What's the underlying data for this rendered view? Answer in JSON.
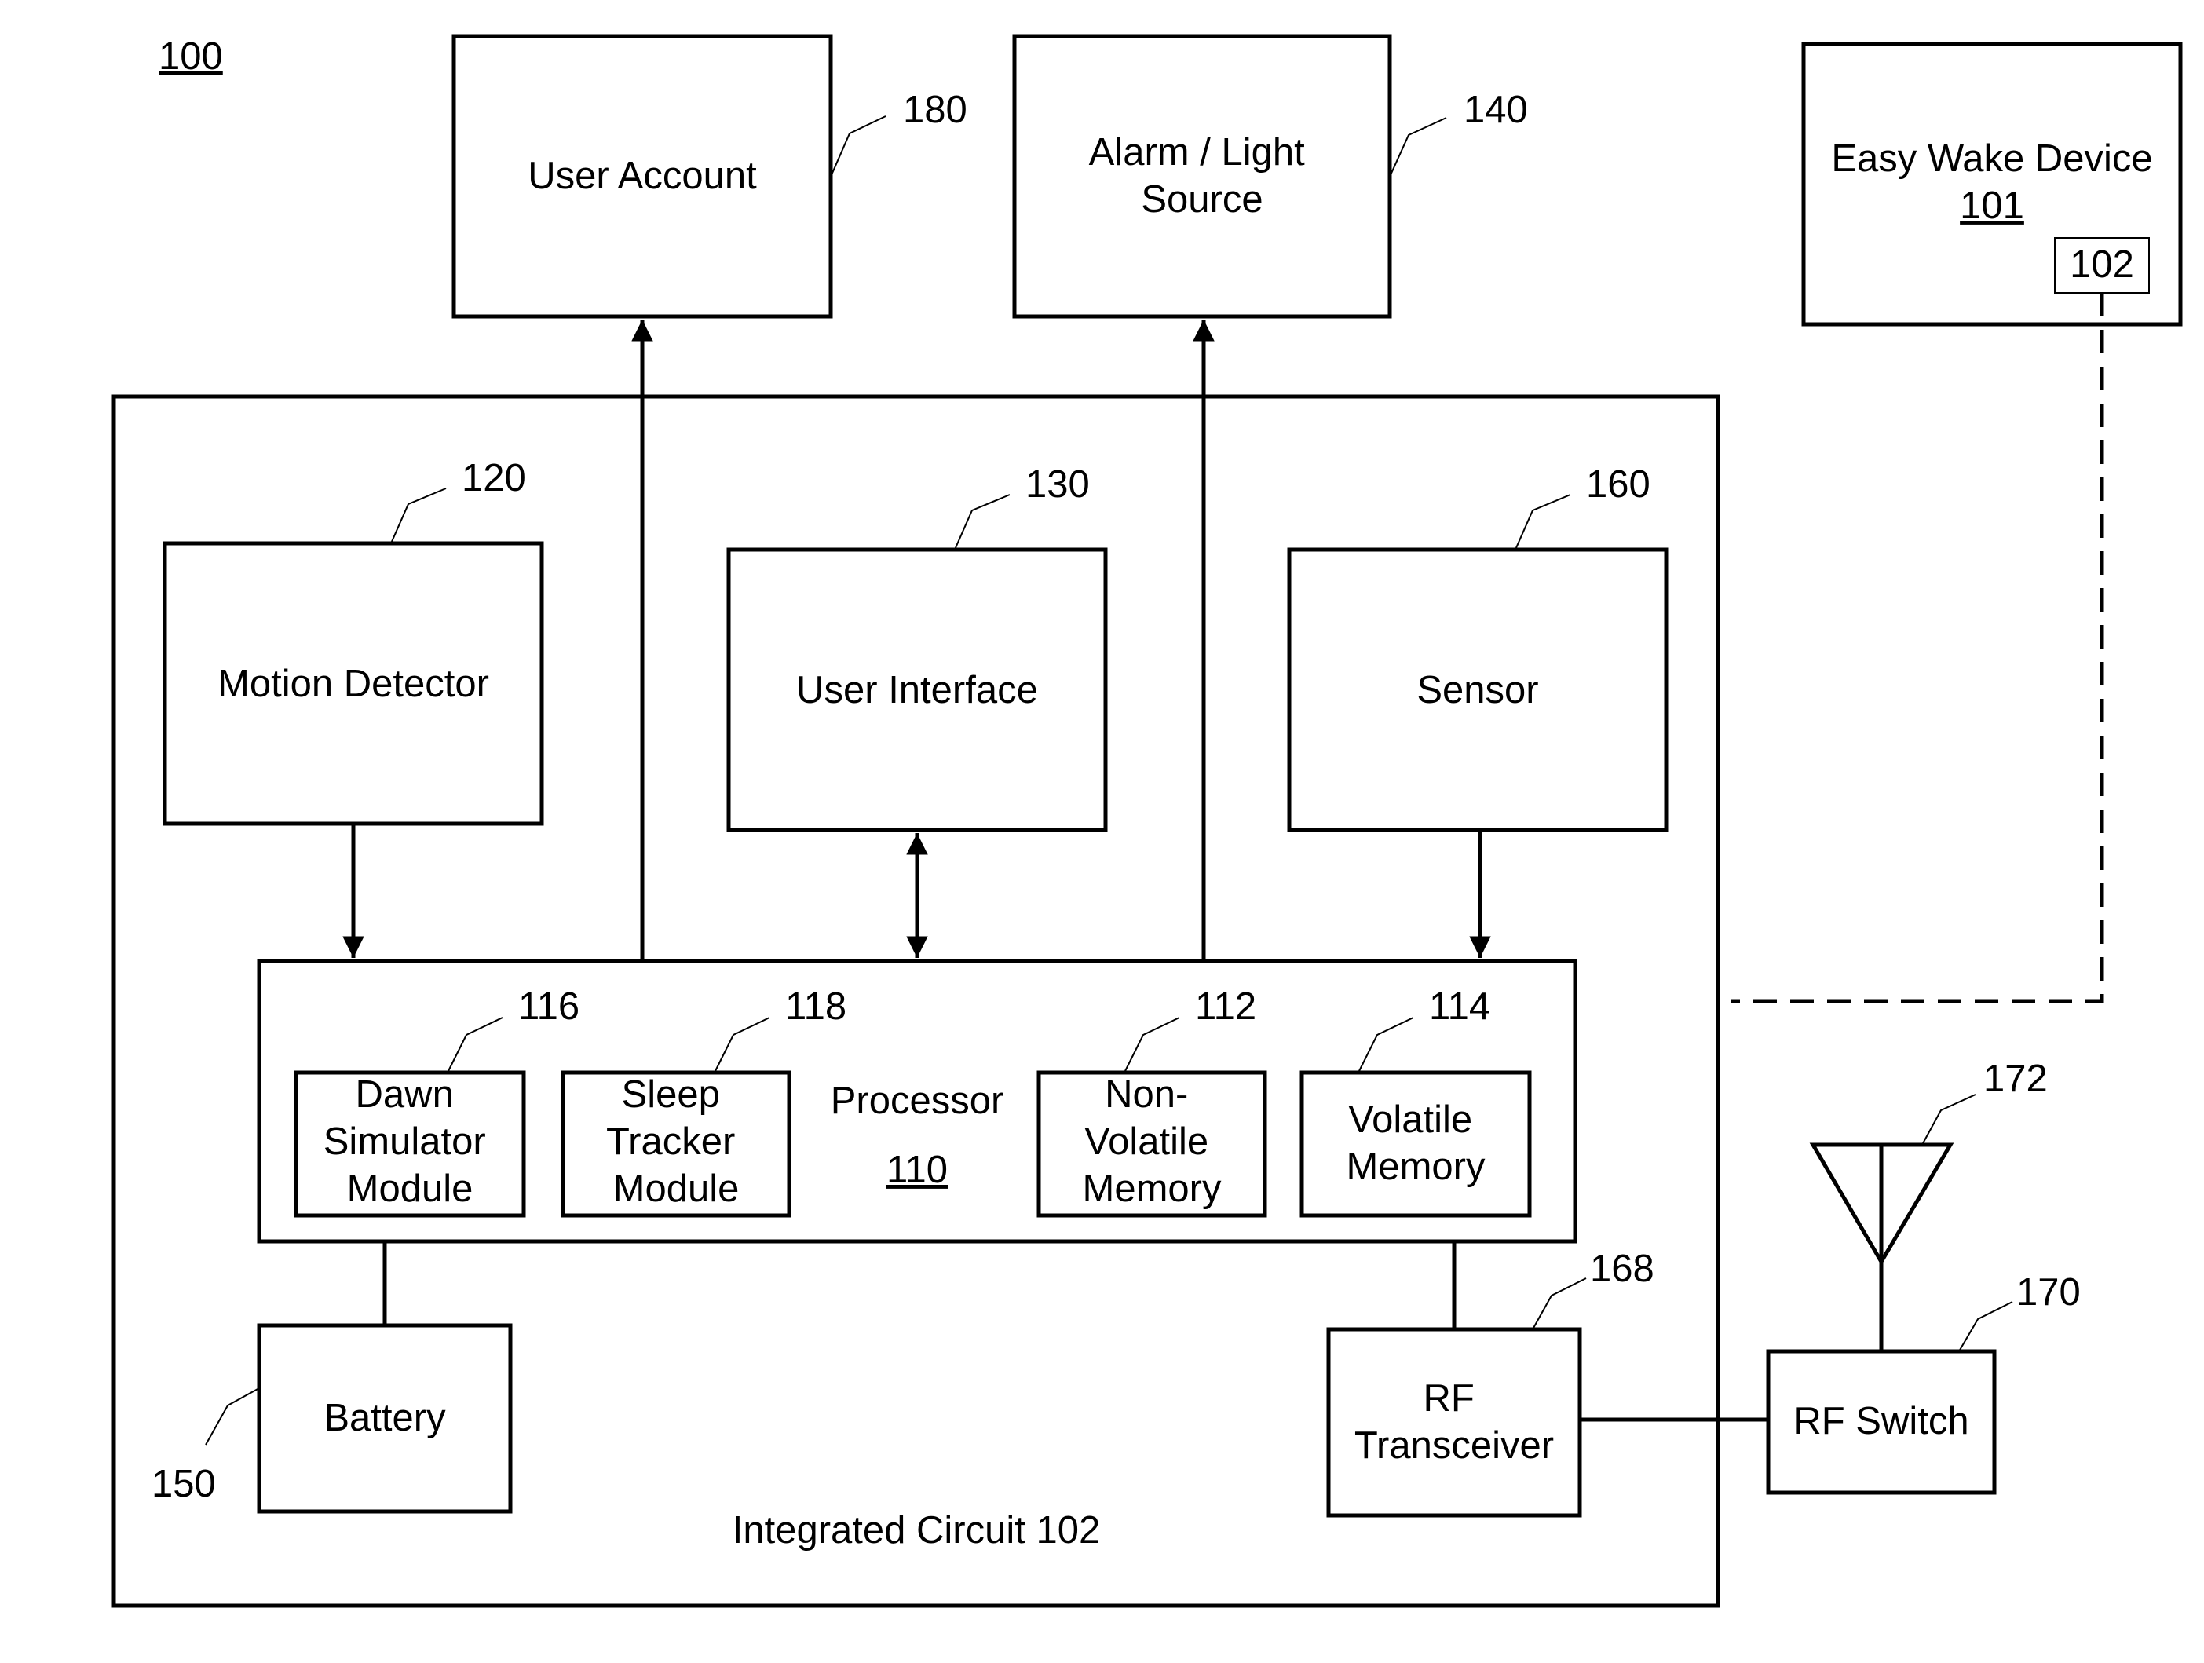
{
  "figure_ref": "100",
  "nodes": {
    "user_account": {
      "label": "User Account",
      "ref": "180"
    },
    "alarm_light": {
      "label_lines": [
        "Alarm / Light",
        "Source"
      ],
      "ref": "140"
    },
    "easy_wake": {
      "label": "Easy Wake Device",
      "number": "101",
      "chip": "102"
    },
    "motion_detector": {
      "label": "Motion Detector",
      "ref": "120"
    },
    "user_interface": {
      "label": "User Interface",
      "ref": "130"
    },
    "sensor": {
      "label": "Sensor",
      "ref": "160"
    },
    "processor": {
      "label": "Processor",
      "number": "110"
    },
    "dawn_sim": {
      "label_lines": [
        "Dawn",
        "Simulator",
        "Module"
      ],
      "ref": "116"
    },
    "sleep_tracker": {
      "label_lines": [
        "Sleep",
        "Tracker",
        "Module"
      ],
      "ref": "118"
    },
    "non_volatile": {
      "label_lines": [
        "Non-",
        "Volatile",
        "Memory"
      ],
      "ref": "112"
    },
    "volatile": {
      "label_lines": [
        "Volatile",
        "Memory"
      ],
      "ref": "114"
    },
    "battery": {
      "label": "Battery",
      "ref": "150"
    },
    "rf_transceiver": {
      "label_lines": [
        "RF",
        "Transceiver"
      ],
      "ref": "168"
    },
    "rf_switch": {
      "label": "RF Switch",
      "ref": "170"
    },
    "antenna": {
      "ref": "172"
    },
    "integrated_circuit": {
      "label": "Integrated Circuit 102"
    }
  }
}
